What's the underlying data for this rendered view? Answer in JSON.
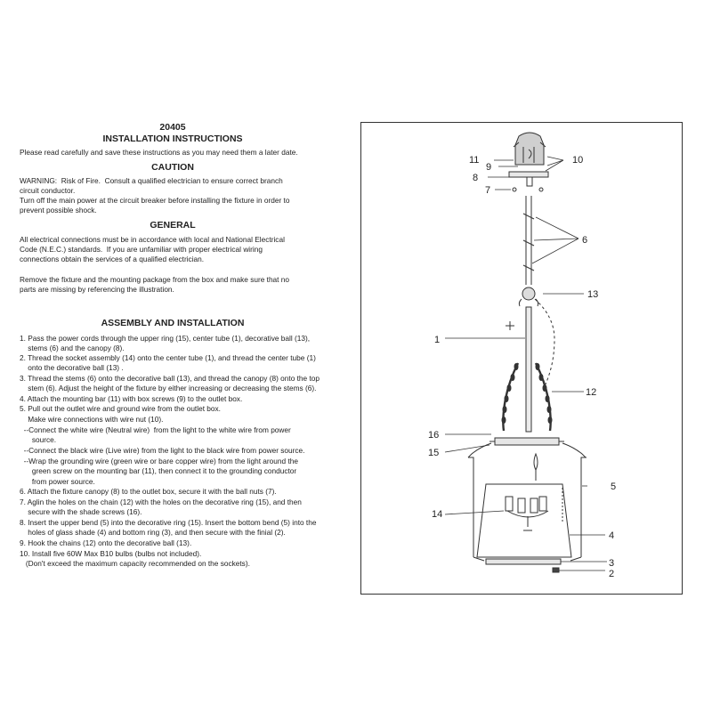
{
  "doc": {
    "model": "20405",
    "title": "INSTALLATION INSTRUCTIONS",
    "intro": "Please read carefully and save these instructions as you may need them a later date.",
    "caution_heading": "CAUTION",
    "caution_lines": [
      "WARNING:  Risk of Fire.  Consult a qualified electrician to ensure correct branch",
      "circuit conductor.",
      "Turn off the main power at the circuit breaker before installing the fixture in order to",
      "prevent possible shock."
    ],
    "general_heading": "GENERAL",
    "general_lines": [
      "All electrical connections must be in accordance with local and National Electrical",
      "Code (N.E.C.) standards.  If you are unfamiliar with proper electrical wiring",
      "connections obtain the services of a qualified electrician.",
      "",
      "Remove the fixture and the mounting package from the box and make sure that no",
      "parts are missing by referencing the illustration."
    ],
    "assembly_heading": "ASSEMBLY AND INSTALLATION",
    "assembly_lines": [
      "1. Pass the power cords through the upper ring (15), center tube (1), decorative ball (13),",
      "    stems (6) and the canopy (8).",
      "2. Thread the socket assembly (14) onto the center tube (1), and thread the center tube (1)",
      "    onto the decorative ball (13) .",
      "3. Thread the stems (6) onto the decorative ball (13), and thread the canopy (8) onto the top",
      "    stem (6). Adjust the height of the fixture by either increasing or decreasing the stems (6).",
      "4. Attach the mounting bar (11) with box screws (9) to the outlet box.",
      "5. Pull out the outlet wire and ground wire from the outlet box.",
      "    Make wire connections with wire nut (10).",
      "  --Connect the white wire (Neutral wire)  from the light to the white wire from power",
      "      source.",
      "  --Connect the black wire (Live wire) from the light to the black wire from power source.",
      "  --Wrap the grounding wire (green wire or bare copper wire) from the light around the",
      "      green screw on the mounting bar (11), then connect it to the grounding conductor",
      "      from power source.",
      "6. Attach the fixture canopy (8) to the outlet box, secure it with the ball nuts (7).",
      "7. Aglin the holes on the chain (12) with the holes on the decorative ring (15), and then",
      "    secure with the shade screws (16).",
      "8. Insert the upper bend (5) into the decorative ring (15). Insert the bottom bend (5) into the",
      "    holes of glass shade (4) and bottom ring (3), and then secure with the finial (2).",
      "9. Hook the chains (12) onto the decorative ball (13).",
      "10. Install five 60W Max B10 bulbs (bulbs not included).",
      "   (Don't exceed the maximum capacity recommended on the sockets)."
    ]
  },
  "diagram": {
    "labels": [
      "11",
      "9",
      "8",
      "7",
      "10",
      "6",
      "13",
      "1",
      "12",
      "16",
      "15",
      "5",
      "14",
      "4",
      "3",
      "2"
    ]
  }
}
